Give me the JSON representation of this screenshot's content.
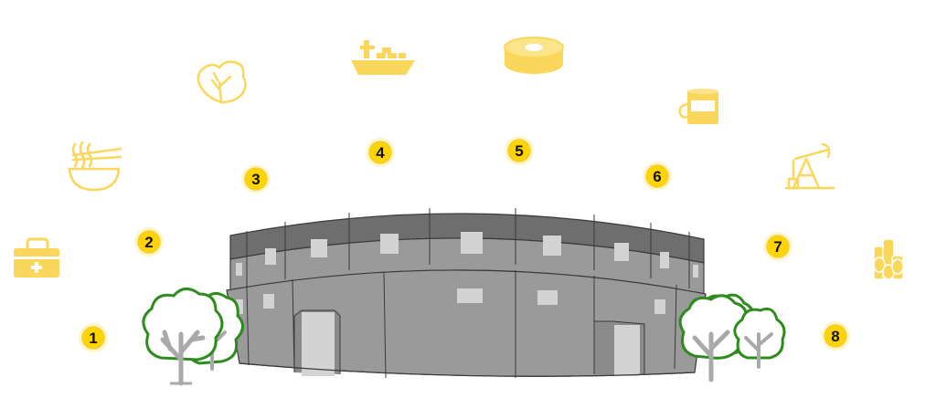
{
  "colors": {
    "accent": "#FFD400",
    "icon_yellow": "#FAD75A",
    "badge_ring": "#F2CE3A",
    "badge_text": "#111111",
    "stadium_wall": "#9A9A9A",
    "stadium_roof": "#6E6E6E",
    "window": "#D3D3D3",
    "tree_outline": "#2E8B1E",
    "tree_trunk": "#A9A9A9"
  },
  "badges": [
    {
      "label": "1"
    },
    {
      "label": "2"
    },
    {
      "label": "3"
    },
    {
      "label": "4"
    },
    {
      "label": "5"
    },
    {
      "label": "6"
    },
    {
      "label": "7"
    },
    {
      "label": "8"
    }
  ],
  "icons": [
    {
      "name": "first-aid-kit-icon"
    },
    {
      "name": "noodle-bowl-icon"
    },
    {
      "name": "lettuce-icon"
    },
    {
      "name": "cargo-ship-icon"
    },
    {
      "name": "filament-spool-icon"
    },
    {
      "name": "paint-can-icon"
    },
    {
      "name": "oil-pump-icon"
    },
    {
      "name": "pipes-icon"
    }
  ]
}
